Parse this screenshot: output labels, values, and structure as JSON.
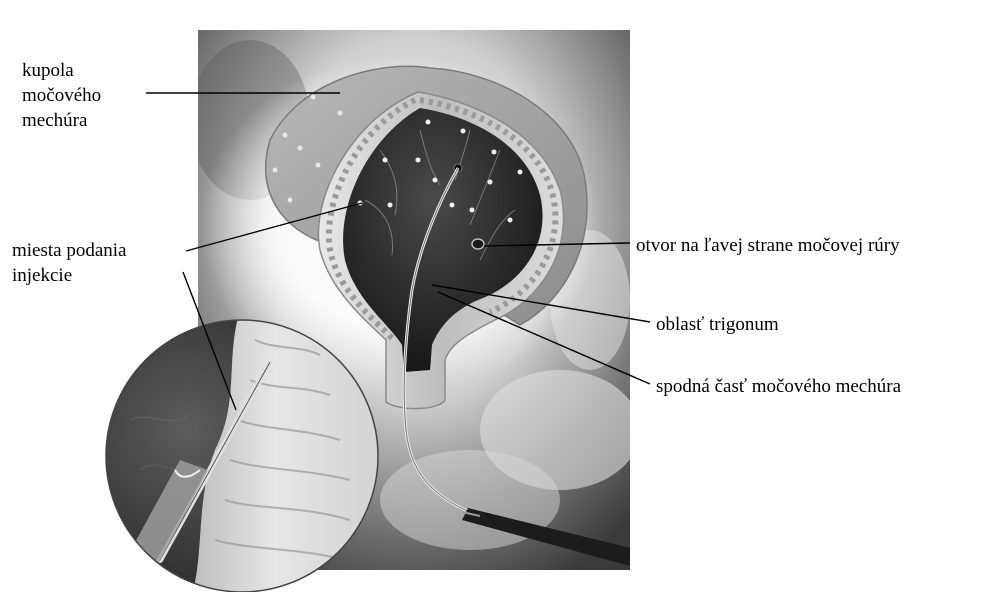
{
  "labels": {
    "dome": "kupola\nmočového\nmechúra",
    "injection_sites": "miesta podania\ninjekcie",
    "ureteral_orifice": "otvor na ľavej strane močovej rúry",
    "trigone": "oblasť trigonum",
    "bladder_base": "spodná časť močového mechúra"
  }
}
